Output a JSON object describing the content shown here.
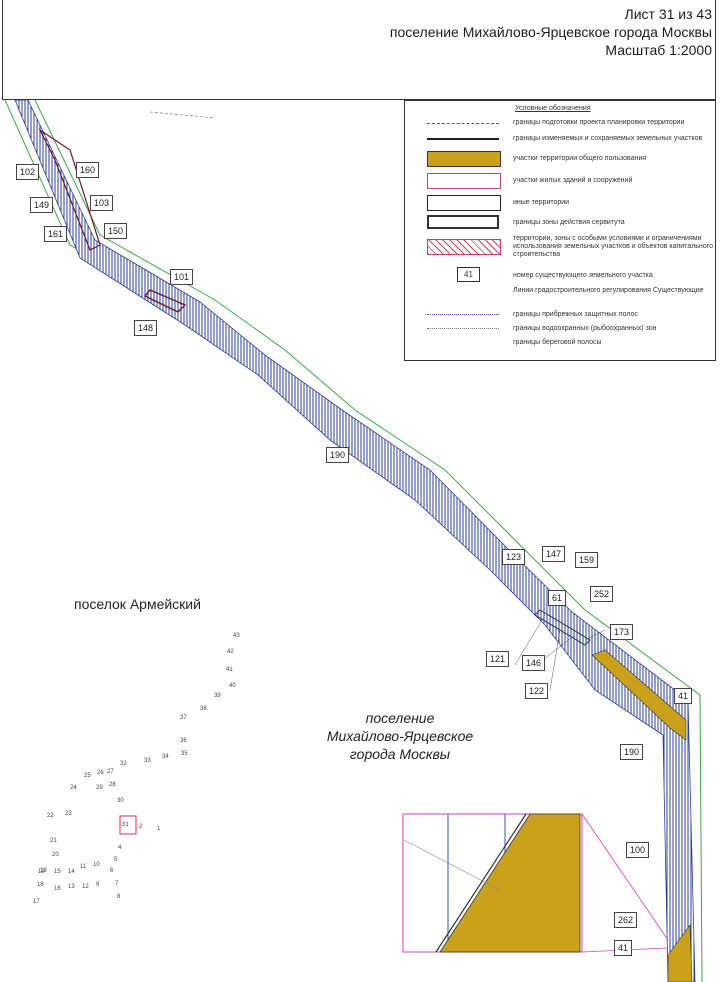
{
  "header": {
    "sheet": "Лист 31 из 43",
    "settlement": "поселение Михайлово-Ярцевское города Москвы",
    "scale": "Масштаб 1:2000"
  },
  "legend": {
    "title": "Условные обозначения",
    "items": [
      {
        "text": "границы подготовки проекта планировки территории",
        "symbol": "dashed-red"
      },
      {
        "text": "границы изменяемых и сохраняемых земельных участков",
        "symbol": "line-black"
      },
      {
        "text": "участки территории общего пользования",
        "symbol": "fill-ochre"
      },
      {
        "text": "участки жилых зданий и сооружений",
        "symbol": "box-pink"
      },
      {
        "text": "иные территории",
        "symbol": "box-black"
      },
      {
        "text": "границы зоны действия сервитута",
        "symbol": "box-dark"
      },
      {
        "text": "территории, зоны с особыми условиями и ограничениями использования земельных участков и объектов капитального строительства",
        "symbol": "hatch-red"
      },
      {
        "text": "номер существующего земельного участка",
        "symbol": "number-box",
        "sample": "41"
      },
      {
        "text": "Линии градостроительного регулирования Существующие",
        "symbol": "none"
      },
      {
        "text": "границы прибрежных защитных полос",
        "symbol": "dotted-blue"
      },
      {
        "text": "границы водоохранных (рыбоохранных) зон",
        "symbol": "dotted-gray"
      },
      {
        "text": "границы береговой полосы",
        "symbol": "none"
      }
    ]
  },
  "plots": [
    "102",
    "160",
    "149",
    "103",
    "161",
    "150",
    "101",
    "148",
    "190",
    "123",
    "147",
    "159",
    "61",
    "252",
    "173",
    "121",
    "146",
    "122",
    "41",
    "190",
    "100",
    "262",
    "41"
  ],
  "places": {
    "village": "поселок Армейский",
    "settlement_line1": "поселение",
    "settlement_line2": "Михайлово-Ярцевское",
    "settlement_line3": "города Москвы"
  },
  "small_numbers": [
    "43",
    "42",
    "41",
    "40",
    "39",
    "38",
    "37",
    "36",
    "35",
    "34",
    "33",
    "32",
    "27",
    "26",
    "25",
    "24",
    "29",
    "28",
    "30",
    "23",
    "22",
    "31",
    "2",
    "1",
    "21",
    "4",
    "20",
    "5",
    "19",
    "10",
    "11",
    "6",
    "19",
    "15",
    "14",
    "13",
    "12",
    "9",
    "7",
    "18",
    "16",
    "17",
    "8"
  ],
  "colors": {
    "hatch": "#2a3f9a",
    "buffer": "#3aa84a",
    "ochre": "#c9a21a",
    "inset_frame": "#d040c0"
  }
}
